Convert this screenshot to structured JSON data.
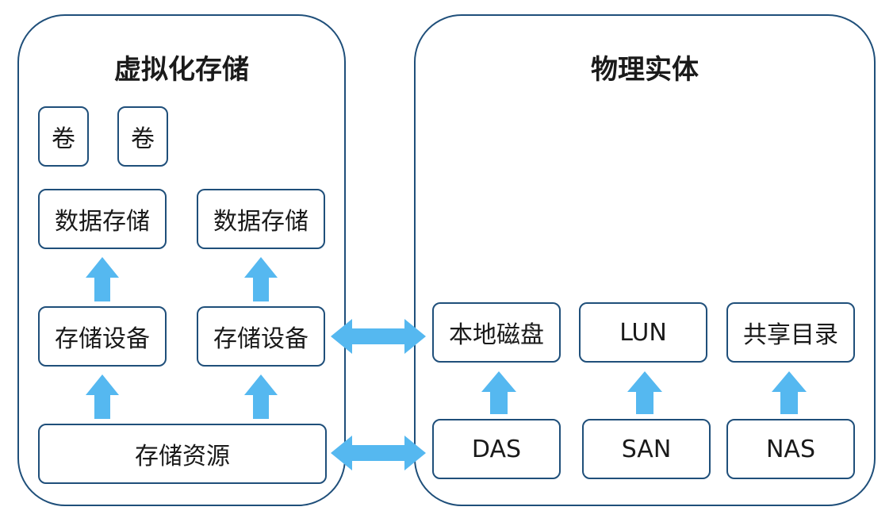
{
  "left_panel": {
    "title": "虚拟化存储",
    "volumes": [
      "卷",
      "卷"
    ],
    "datastores": [
      "数据存储",
      "数据存储"
    ],
    "devices": [
      "存储设备",
      "存储设备"
    ],
    "resource": "存储资源"
  },
  "right_panel": {
    "title": "物理实体",
    "targets": [
      "本地磁盘",
      "LUN",
      "共享目录"
    ],
    "sources": [
      "DAS",
      "SAN",
      "NAS"
    ]
  },
  "colors": {
    "border": "#1f4f7a",
    "arrow": "#55b8f0"
  }
}
